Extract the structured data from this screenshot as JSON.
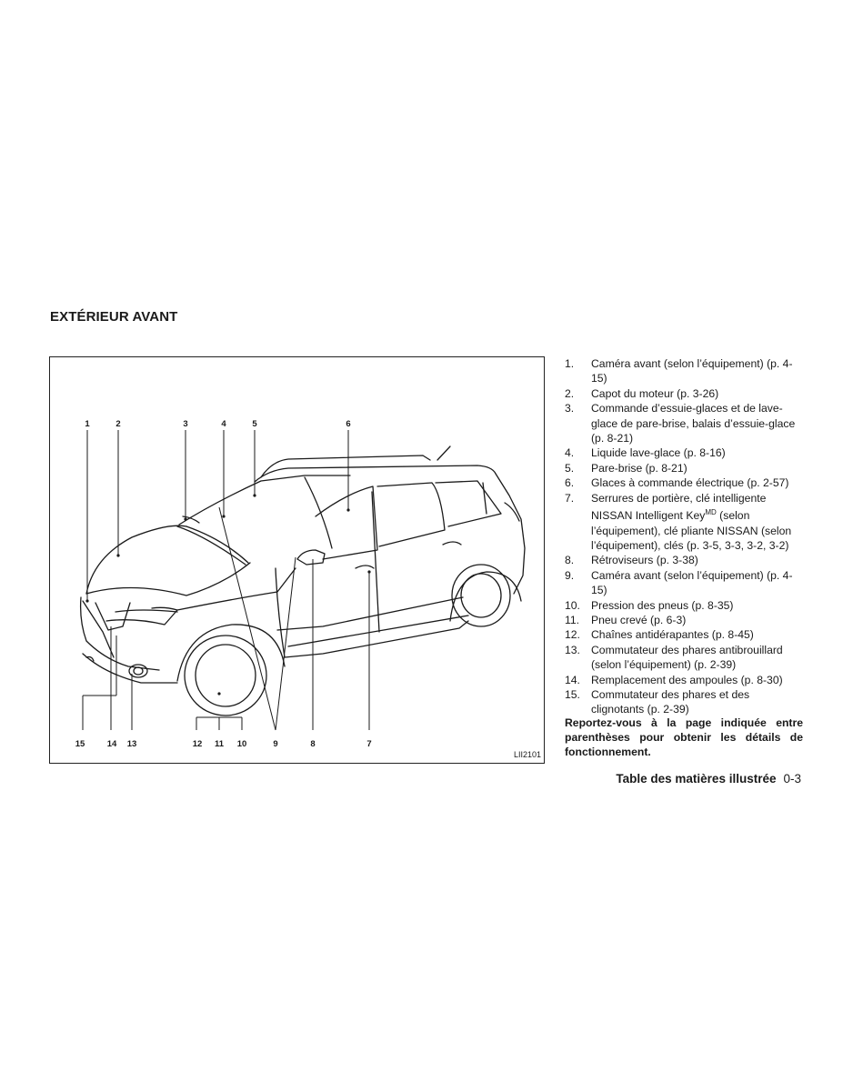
{
  "section": {
    "title": "EXTÉRIEUR AVANT"
  },
  "figure": {
    "id": "LII2101",
    "top_callouts": [
      "1",
      "2",
      "3",
      "4",
      "5",
      "6"
    ],
    "bottom_callouts": [
      "15",
      "14",
      "13",
      "12",
      "11",
      "10",
      "9",
      "8",
      "7"
    ]
  },
  "legend": [
    {
      "num": "1.",
      "text": "Caméra avant (selon l’équipement) (p. 4-15)"
    },
    {
      "num": "2.",
      "text": "Capot du moteur (p. 3-26)"
    },
    {
      "num": "3.",
      "text": "Commande d’essuie-glaces et de lave-glace de pare-brise, balais d’essuie-glace (p. 8-21)"
    },
    {
      "num": "4.",
      "text": "Liquide lave-glace (p. 8-16)"
    },
    {
      "num": "5.",
      "text": "Pare-brise (p. 8-21)"
    },
    {
      "num": "6.",
      "text": "Glaces à commande électrique (p. 2-57)"
    },
    {
      "num": "7.",
      "text": "Serrures de portière, clé intelligente NISSAN Intelligent Key",
      "sup": "MD",
      "after": " (selon l’équipement), clé pliante NISSAN (selon l’équipement), clés (p. 3-5, 3-3, 3-2, 3-2)"
    },
    {
      "num": "8.",
      "text": "Rétroviseurs (p. 3-38)"
    },
    {
      "num": "9.",
      "text": "Caméra avant (selon l’équipement) (p. 4-15)"
    },
    {
      "num": "10.",
      "text": "Pression des pneus (p. 8-35)"
    },
    {
      "num": "11.",
      "text": "Pneu crevé (p. 6-3)"
    },
    {
      "num": "12.",
      "text": "Chaînes antidérapantes (p. 8-45)"
    },
    {
      "num": "13.",
      "text": "Commutateur des phares antibrouillard (selon l’équipement) (p. 2-39)"
    },
    {
      "num": "14.",
      "text": "Remplacement des ampoules (p. 8-30)"
    },
    {
      "num": "15.",
      "text": "Commutateur des phares et des clignotants (p. 2-39)"
    }
  ],
  "note": "Reportez-vous à la page indiquée entre parenthèses pour obtenir les détails de fonctionnement.",
  "footer": {
    "title": "Table des matières illustrée",
    "page": "0-3"
  }
}
